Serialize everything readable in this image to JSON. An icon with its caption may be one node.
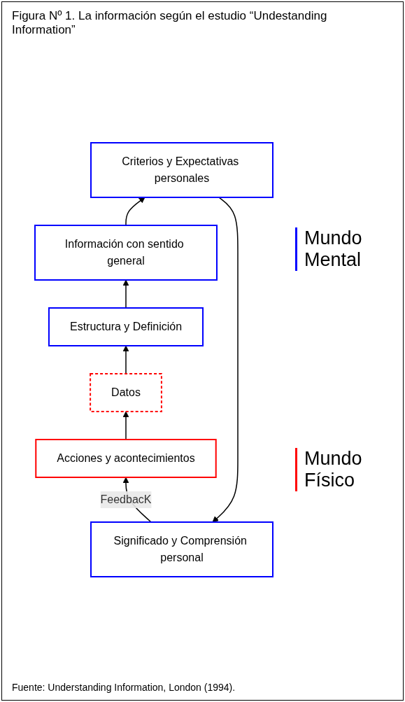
{
  "diagram": {
    "title": "Figura Nº 1. La información según el estudio “Undestanding Information”",
    "caption": "Fuente: Understanding Information, London (1994).",
    "nodes": [
      {
        "text": [
          "Significado y Comprensión personal"
        ]
      },
      {
        "text": [
          "Criterios y Expectativas personales"
        ]
      },
      {
        "text": [
          "Información con sentido general"
        ]
      },
      {
        "text": [
          "Estructura y Definición"
        ]
      },
      {
        "text": [
          "Datos"
        ]
      },
      {
        "text": [
          "Acciones y acontecimientos"
        ]
      }
    ],
    "edges": [
      {
        "from": 5,
        "to": 4,
        "arrow": "to"
      },
      {
        "from": 4,
        "to": 3,
        "arrow": "to"
      },
      {
        "from": 3,
        "to": 2,
        "arrow": "to"
      },
      {
        "from": 2,
        "to": 1,
        "arrow": "to"
      },
      {
        "from": 1,
        "to": 0,
        "arrow": "to"
      },
      {
        "from": 0,
        "to": 5,
        "arrow": "to",
        "label": "FeedbacK"
      }
    ],
    "labels": [
      "Mundo Mental",
      "Mundo Físico"
    ]
  }
}
